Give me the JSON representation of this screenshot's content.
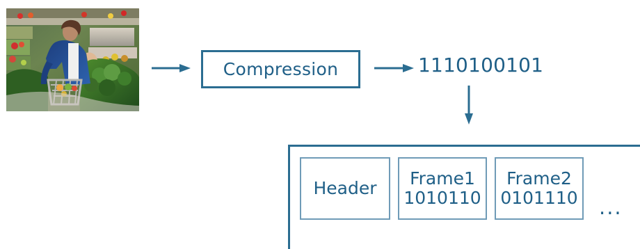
{
  "diagram": {
    "process_label": "Compression",
    "bitstream": "1110100101",
    "header_label": "Header",
    "frames": [
      {
        "label": "Frame1",
        "bits": "1010110"
      },
      {
        "label": "Frame2",
        "bits": "0101110"
      }
    ],
    "continuation": "..."
  },
  "colors": {
    "primary": "#2b6d91",
    "cell_border": "#6f9bb7",
    "text": "#1f5f87"
  }
}
